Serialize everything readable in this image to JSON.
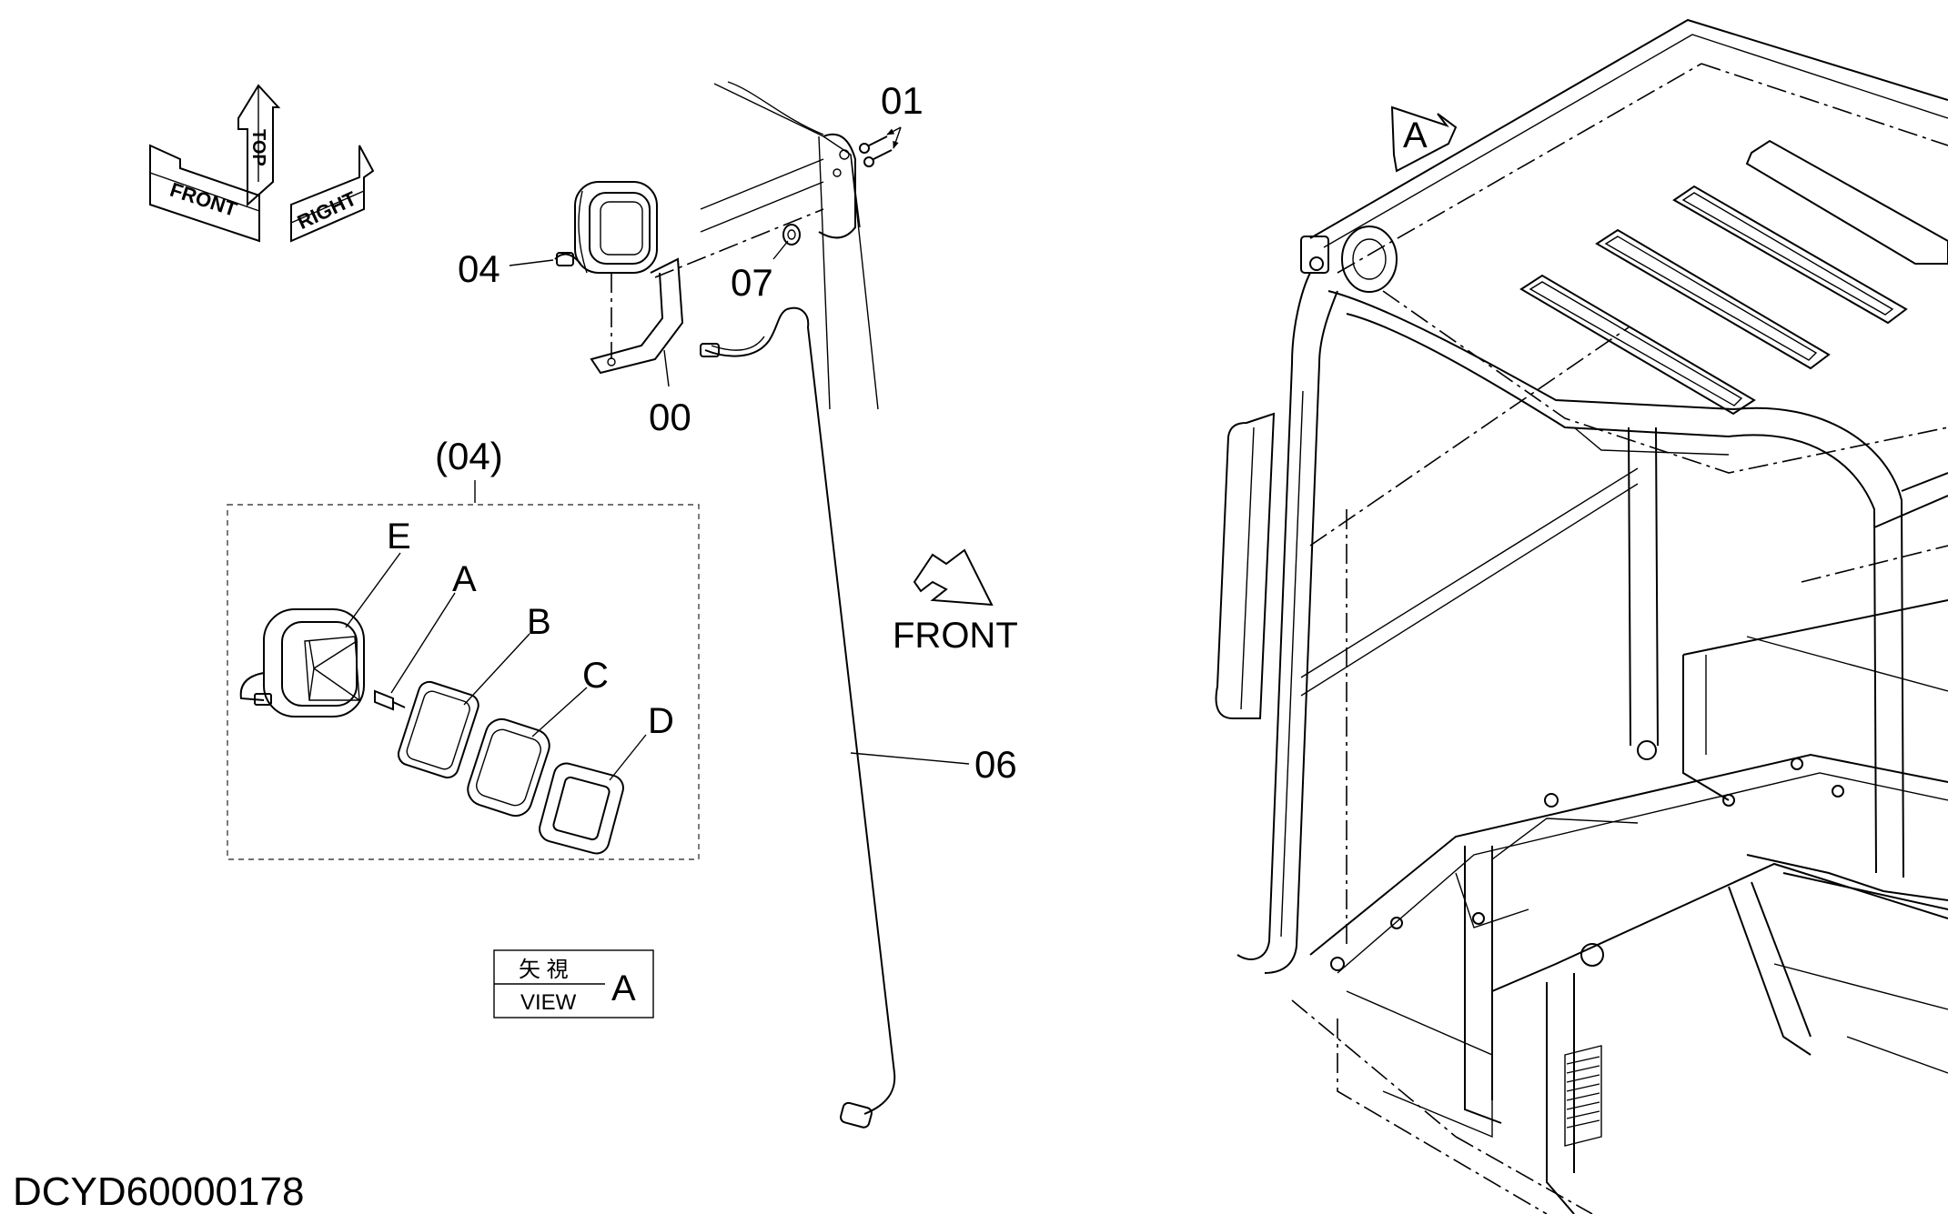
{
  "drawing_code": "DCYD60000178",
  "orientation_icon": {
    "front": "FRONT",
    "top": "TOP",
    "right": "RIGHT"
  },
  "front_arrow_label": "FRONT",
  "view_marker": "A",
  "view_box": {
    "kanji": "矢 視",
    "view": "VIEW",
    "letter": "A"
  },
  "parts": {
    "p01": "01",
    "p04": "04",
    "p07": "07",
    "p00": "00",
    "p06": "06"
  },
  "detail": {
    "title": "(04)",
    "items": {
      "e": "E",
      "a": "A",
      "b": "B",
      "c": "C",
      "d": "D"
    }
  }
}
